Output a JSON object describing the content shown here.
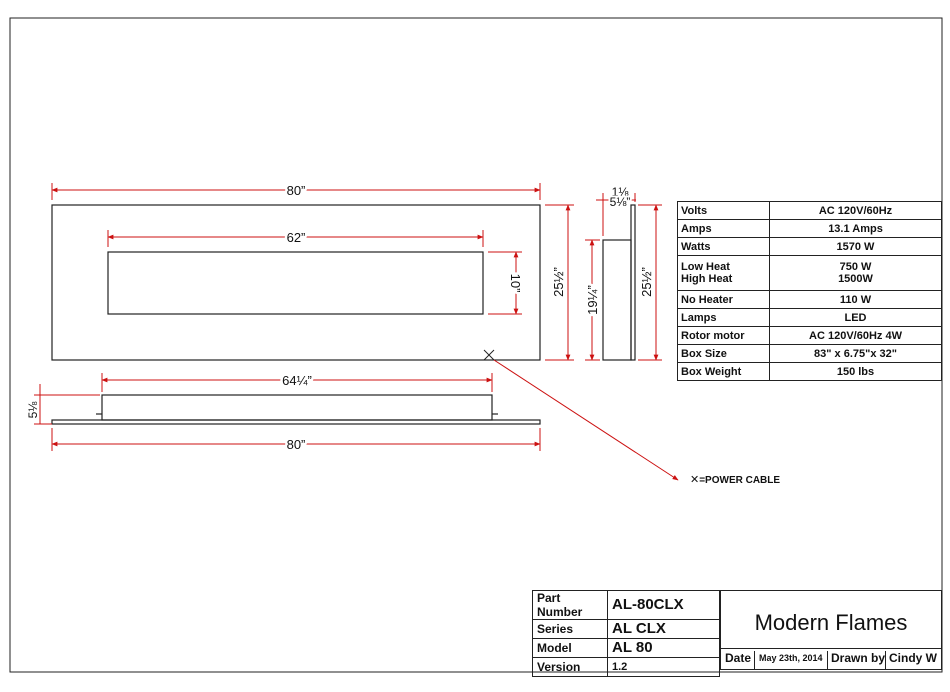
{
  "dimensions": {
    "front_width": "80”",
    "opening_width": "62”",
    "opening_height": "10”",
    "front_height": "25½”",
    "body_height": "19¼”",
    "side_height": "25½”",
    "side_depth_top": "1⅛",
    "side_depth_bottom": "5⅛”",
    "bottom_inner_width": "64¼”",
    "bottom_width": "80”",
    "bottom_depth": "5⅛"
  },
  "legend": {
    "symbol": "✕",
    "text": "=POWER CABLE"
  },
  "specs": [
    {
      "key": "Volts",
      "value": "AC 120V/60Hz"
    },
    {
      "key": "Amps",
      "value": "13.1 Amps"
    },
    {
      "key": "Watts",
      "value": "1570 W"
    },
    {
      "key": "Low Heat",
      "value": "750 W"
    },
    {
      "key": "High Heat",
      "value": "1500W"
    },
    {
      "key": "No Heater",
      "value": "110 W"
    },
    {
      "key": "Lamps",
      "value": "LED"
    },
    {
      "key": "Rotor motor",
      "value": "AC 120V/60Hz 4W"
    },
    {
      "key": "Box  Size",
      "value": "83\" x 6.75\"x 32\""
    },
    {
      "key": "Box  Weight",
      "value": "150 lbs"
    }
  ],
  "title_block": {
    "part_number_label": "Part Number",
    "part_number": "AL-80CLX",
    "series_label": "Series",
    "series": "AL CLX",
    "model_label": "Model",
    "model": "AL 80",
    "version_label": "Version",
    "version": "1.2",
    "company": "Modern Flames",
    "date_label": "Date",
    "date": "May 23th, 2014",
    "drawn_by_label": "Drawn by",
    "drawn_by": "Cindy W"
  }
}
